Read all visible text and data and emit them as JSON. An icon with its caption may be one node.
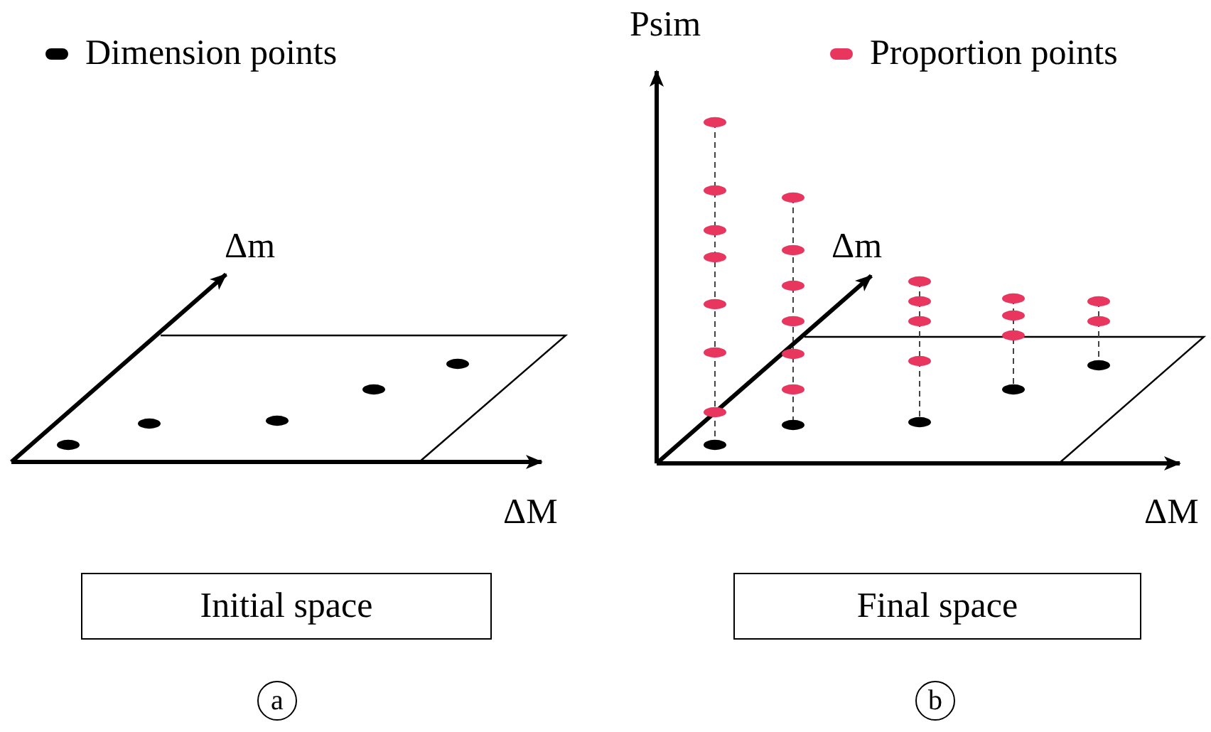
{
  "diagram": {
    "nodes": [
      {
        "text": [
          "Initial space"
        ]
      },
      {
        "text": [
          "Final space"
        ]
      },
      {
        "text": [
          "a"
        ]
      },
      {
        "text": [
          "b"
        ]
      }
    ],
    "edges": [],
    "labels": [
      "Δm",
      "ΔM",
      "Psim",
      "Δm",
      "ΔM"
    ],
    "legend": [
      {
        "text": "Dimension points",
        "color": "#000000"
      },
      {
        "text": "Proportion points",
        "color": "#e8365f"
      }
    ]
  }
}
